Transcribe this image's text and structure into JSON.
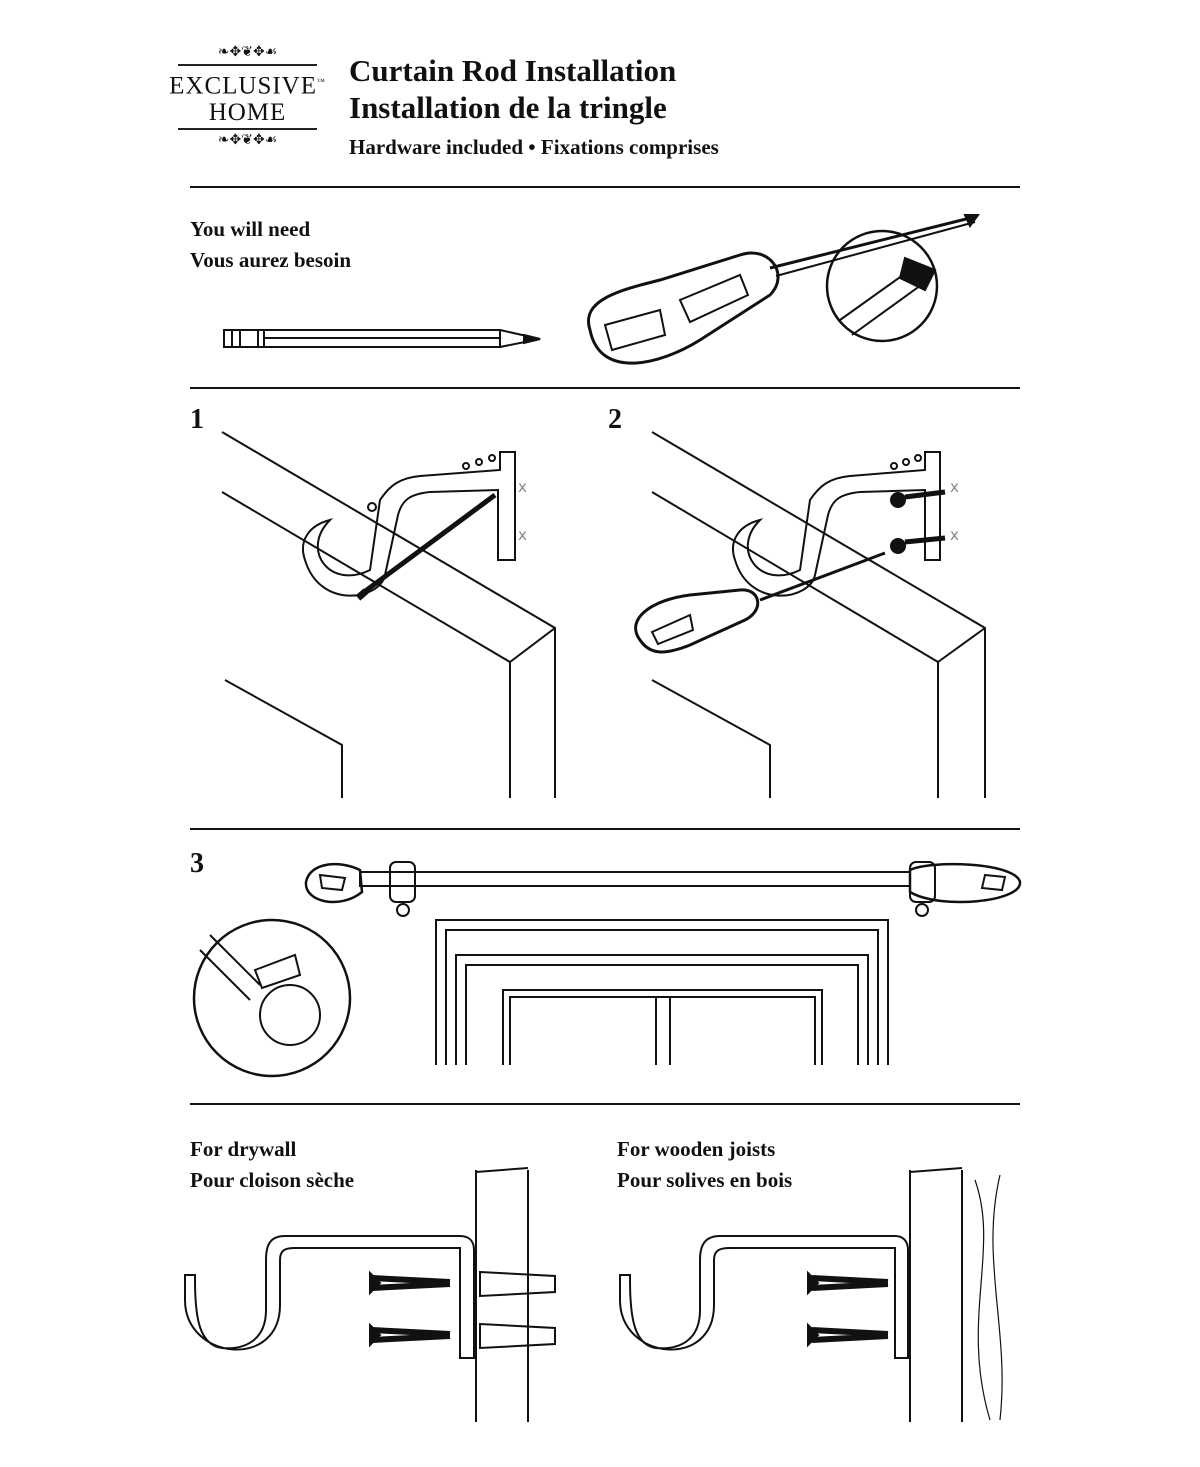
{
  "logo": {
    "line1": "EXCLUSIVE",
    "line2": "HOME",
    "tm": "™"
  },
  "header": {
    "title_en": "Curtain Rod Installation",
    "title_fr": "Installation de la tringle",
    "subtitle_en": "Hardware included",
    "bullet": "•",
    "subtitle_fr": "Fixations comprises"
  },
  "tools": {
    "label_en": "You will need",
    "label_fr": "Vous aurez besoin",
    "items": [
      "pencil",
      "screwdriver"
    ]
  },
  "steps": [
    {
      "number": "1",
      "marks": [
        "x",
        "x"
      ]
    },
    {
      "number": "2",
      "marks": [
        "x",
        "x"
      ]
    },
    {
      "number": "3"
    }
  ],
  "mounting": {
    "drywall_en": "For drywall",
    "drywall_fr": "Pour cloison sèche",
    "wood_en": "For wooden joists",
    "wood_fr": "Pour solives en bois"
  }
}
